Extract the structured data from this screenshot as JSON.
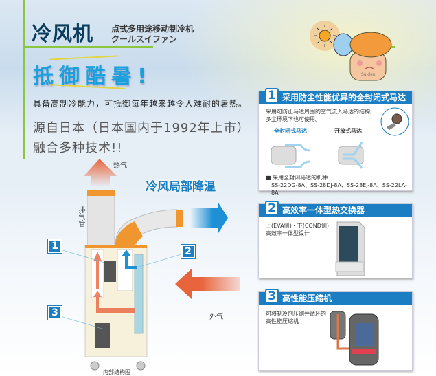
{
  "header": {
    "title": "冷风机",
    "subtitle_cn": "点式多用途移动制冷机",
    "subtitle_jp": "クールスイファン"
  },
  "slogan": "抵御酷暑!",
  "description": "具备高制冷能力，可抵御每年越来越令人难耐的暑热。",
  "headline": [
    "源自日本（日本国内于1992年上市）",
    "融合多种技术!!"
  ],
  "diagram": {
    "hot_air": "热气",
    "exhaust_pipe": "排气管",
    "cool_label": "冷风局部降温",
    "outside_air": "外气",
    "caption": "内部结构图",
    "callouts": [
      "1",
      "2",
      "3"
    ]
  },
  "mascot_text": "Suiden",
  "features": [
    {
      "number": "1",
      "title": "采用防尘性能优异的全封闭式马达",
      "text": "采用可防止马达周围的空气流入马达的结构,\n多尘环境下也可使用。",
      "label_sealed": "全封闭式马达",
      "label_open": "开放式马达",
      "models_title": "■ 采用全封闭马达的机种",
      "models": "SS-22DG-8A、SS-28DJ-8A、SS-28EJ-8A、SS-22LA-8A"
    },
    {
      "number": "2",
      "title": "高效率一体型热交换器",
      "text": "上(EVA侧)・下(COND侧)\n高效率一体型设计"
    },
    {
      "number": "3",
      "title": "高性能压缩机",
      "text": "可将制冷剂压缩并循环的\n高性能压缩机"
    }
  ],
  "colors": {
    "brand_blue": "#1b7dc2",
    "accent_green": "#8cc63f",
    "hot": "#e8643c",
    "cool": "#1e90d6",
    "pipe_orange": "#f0962e"
  }
}
